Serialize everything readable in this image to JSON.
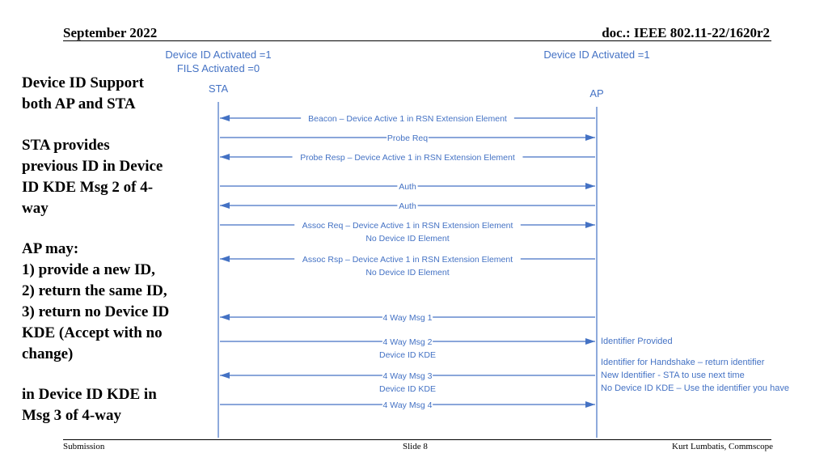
{
  "header": {
    "date": "September 2022",
    "doc": "doc.: IEEE 802.11-22/1620r2"
  },
  "footer": {
    "left": "Submission",
    "center": "Slide 8",
    "right": "Kurt Lumbatis, Commscope"
  },
  "side_text": {
    "block1": [
      "Device ID Support",
      "both AP and STA"
    ],
    "block2": [
      "STA provides",
      "previous ID in Device",
      "ID KDE Msg 2 of 4-",
      "way"
    ],
    "block3": [
      "AP may:",
      "1) provide a new ID,",
      "2) return the same ID,",
      "3) return no Device ID",
      "KDE (Accept with no",
      "change)"
    ],
    "block4": [
      "in Device ID KDE in",
      "Msg 3 of 4-way"
    ]
  },
  "diagram": {
    "sta_state": [
      "Device ID Activated =1",
      "FILS Activated =0"
    ],
    "ap_state": [
      "Device ID Activated =1"
    ],
    "sta_label": "STA",
    "ap_label": "AP",
    "color": "#4472c4",
    "messages": [
      {
        "dir": "left",
        "lines": [
          "Beacon – Device Active 1 in RSN Extension Element"
        ]
      },
      {
        "dir": "right",
        "lines": [
          "Probe Req"
        ]
      },
      {
        "dir": "left",
        "lines": [
          "Probe Resp – Device Active 1 in RSN Extension Element"
        ]
      },
      {
        "dir": "right",
        "lines": [
          "Auth"
        ]
      },
      {
        "dir": "left",
        "lines": [
          "Auth"
        ]
      },
      {
        "dir": "right",
        "lines": [
          "Assoc Req – Device Active 1 in RSN Extension Element",
          "No Device ID Element"
        ]
      },
      {
        "dir": "left",
        "lines": [
          "Assoc Rsp – Device Active 1 in RSN Extension Element",
          "No Device ID Element"
        ]
      },
      {
        "dir": "left",
        "lines": [
          "4 Way Msg 1"
        ]
      },
      {
        "dir": "right",
        "lines": [
          "4 Way Msg 2",
          "Device ID KDE"
        ]
      },
      {
        "dir": "left",
        "lines": [
          "4 Way Msg 3",
          "Device ID KDE"
        ]
      },
      {
        "dir": "right",
        "lines": [
          "4 Way Msg 4"
        ]
      }
    ],
    "notes": {
      "msg2": [
        "Identifier Provided"
      ],
      "msg3": [
        "Identifier for Handshake – return identifier",
        "New Identifier  - STA to use next time",
        "No Device ID KDE – Use the identifier you have"
      ]
    }
  }
}
